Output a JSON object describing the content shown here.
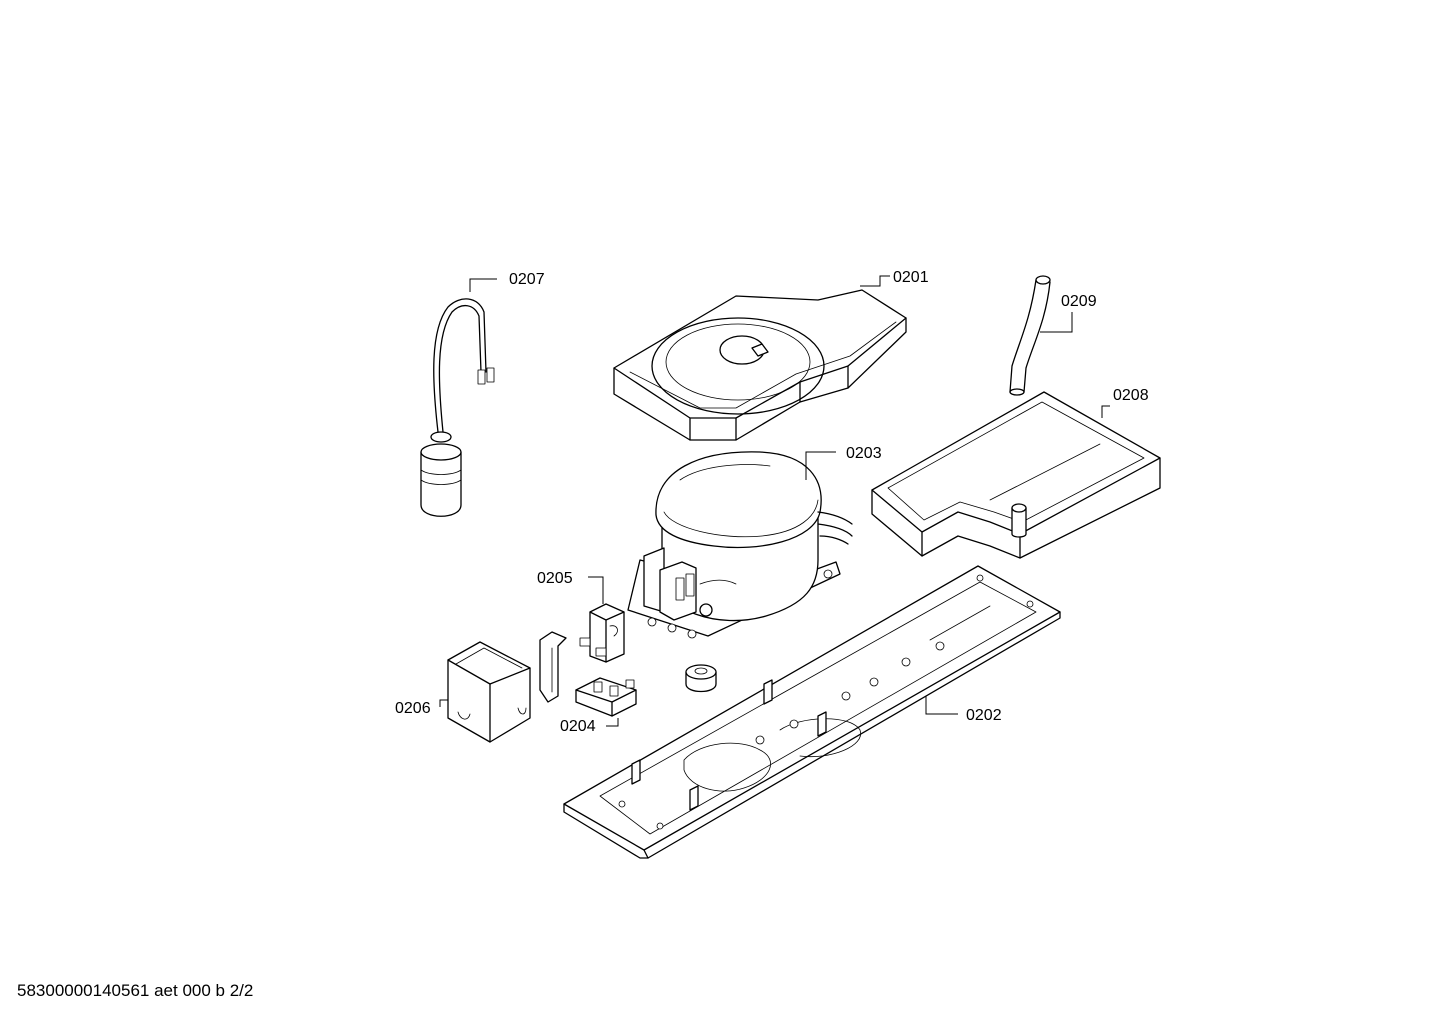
{
  "parts": {
    "p0201": "0201",
    "p0202": "0202",
    "p0203": "0203",
    "p0204": "0204",
    "p0205": "0205",
    "p0206": "0206",
    "p0207": "0207",
    "p0208": "0208",
    "p0209": "0209"
  },
  "footer": "58300000140561 aet 000 b 2/2"
}
